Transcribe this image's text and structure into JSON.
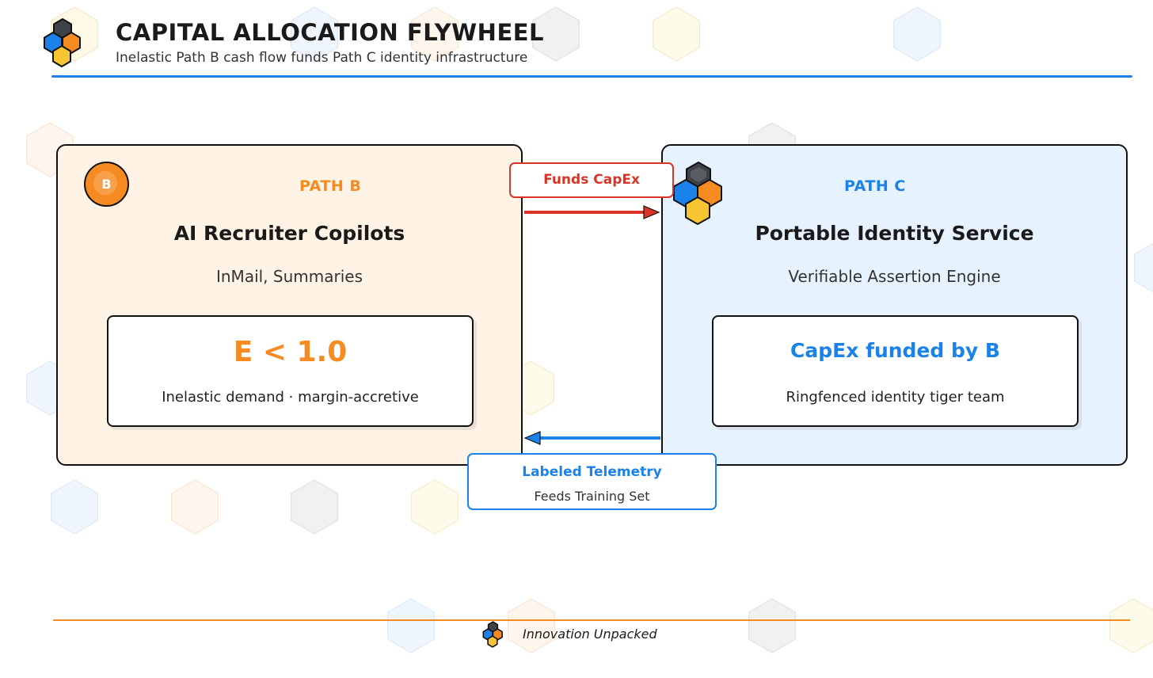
{
  "header": {
    "title": "CAPITAL ALLOCATION FLYWHEEL",
    "subtitle": "Inelastic Path B cash flow funds Path C identity infrastructure"
  },
  "path_b": {
    "badge_letter": "B",
    "label": "PATH B",
    "title": "AI Recruiter Copilots",
    "subtitle": "InMail, Summaries",
    "metric": "E < 1.0",
    "note": "Inelastic demand · margin-accretive"
  },
  "path_c": {
    "label": "PATH C",
    "title": "Portable Identity Service",
    "subtitle": "Verifiable Assertion Engine",
    "metric": "CapEx funded by B",
    "note": "Ringfenced identity tiger team"
  },
  "flows": {
    "forward_label": "Funds CapEx",
    "return_title": "Labeled Telemetry",
    "return_subtitle": "Feeds Training Set"
  },
  "footer": {
    "brand": "Innovation Unpacked"
  },
  "colors": {
    "orange": "#f68c21",
    "blue": "#1a82e8",
    "red": "#d93427",
    "yellow": "#f7c531",
    "dark": "#3f4247"
  }
}
